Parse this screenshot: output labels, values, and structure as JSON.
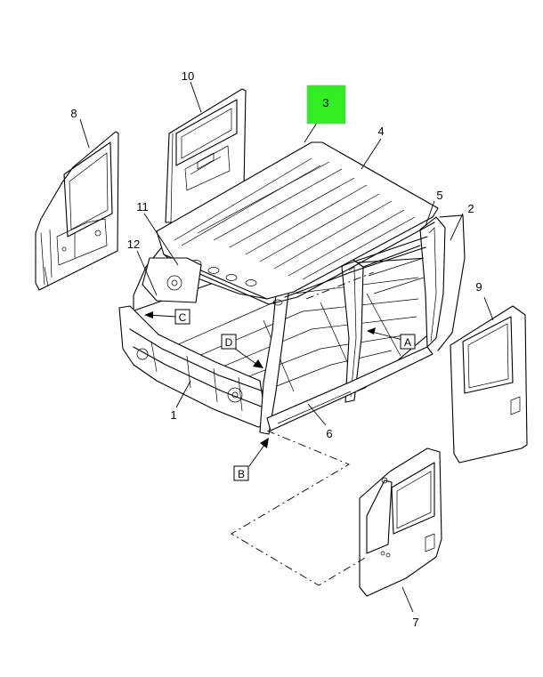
{
  "callouts": {
    "c1": "1",
    "c2": "2",
    "c3": "3",
    "c4": "4",
    "c5": "5",
    "c6": "6",
    "c7": "7",
    "c8": "8",
    "c9": "9",
    "c10": "10",
    "c11": "11",
    "c12": "12"
  },
  "references": {
    "A": "A",
    "B": "B",
    "C": "C",
    "D": "D"
  },
  "highlight": {
    "part": "3",
    "color": "#33ee22"
  }
}
